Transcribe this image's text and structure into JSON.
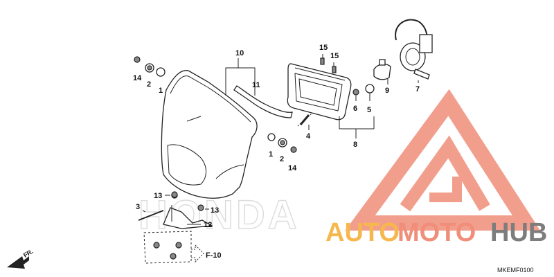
{
  "diagram": {
    "part_labels": {
      "p1a": "1",
      "p1b": "1",
      "p2a": "2",
      "p2b": "2",
      "p3": "3",
      "p4": "4",
      "p5": "5",
      "p6": "6",
      "p7": "7",
      "p8": "8",
      "p9": "9",
      "p10": "10",
      "p11": "11",
      "p12": "12",
      "p13a": "13",
      "p13b": "13",
      "p14a": "14",
      "p14b": "14",
      "p15a": "15",
      "p15b": "15"
    },
    "ref_label": "F-10",
    "direction_label": "FR.",
    "diagram_code": "MKEMF0100"
  },
  "watermark": {
    "word_a": "AUTO",
    "word_b": "MOTO",
    "word_c": "HUB",
    "colors": {
      "auto": "#f6b84d",
      "moto": "#f08e7a",
      "hub": "#7d7d7d",
      "logo": "#f08e7a"
    }
  },
  "background_ghost_text": "HONDA"
}
